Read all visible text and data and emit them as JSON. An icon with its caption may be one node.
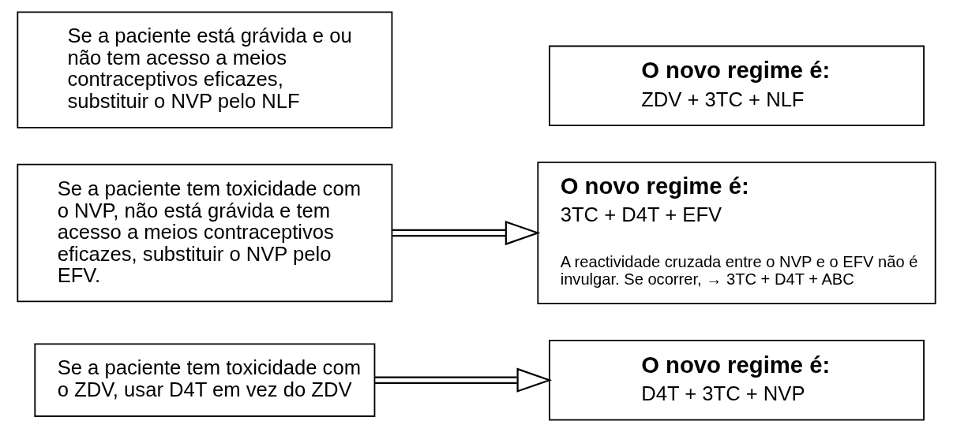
{
  "diagram": {
    "nodes": [
      {
        "text": [
          "Se a paciente tem toxicidade com o ZDV, usar D4T em vez do ZDV"
        ]
      },
      {
        "text": [
          "O novo regime é:",
          "D4T + 3TC + NVP"
        ]
      },
      {
        "text": [
          "Se a paciente tem toxicidade com o NVP, não está grávida e tem acesso a meios contraceptivos eficazes, substituir o NVP pelo EFV."
        ]
      },
      {
        "text": [
          "Se a paciente está grávida e ou não tem acesso a meios contraceptivos eficazes, substituir o NVP pelo NLF"
        ]
      },
      {
        "text": [
          "O novo regime é:",
          "3TC + D4T + EFV",
          "A reactividade cruzada entre o NVP e o EFV não é invulgar. Se ocorrer, → 3TC + D4T + ABC"
        ]
      },
      {
        "text": [
          "O novo regime é:",
          "ZDV + 3TC + NLF"
        ]
      }
    ],
    "edges": [
      {
        "from": 0,
        "to": 1,
        "arrow": "to"
      },
      {
        "from": 2,
        "to": 4,
        "arrow": "to"
      }
    ]
  }
}
